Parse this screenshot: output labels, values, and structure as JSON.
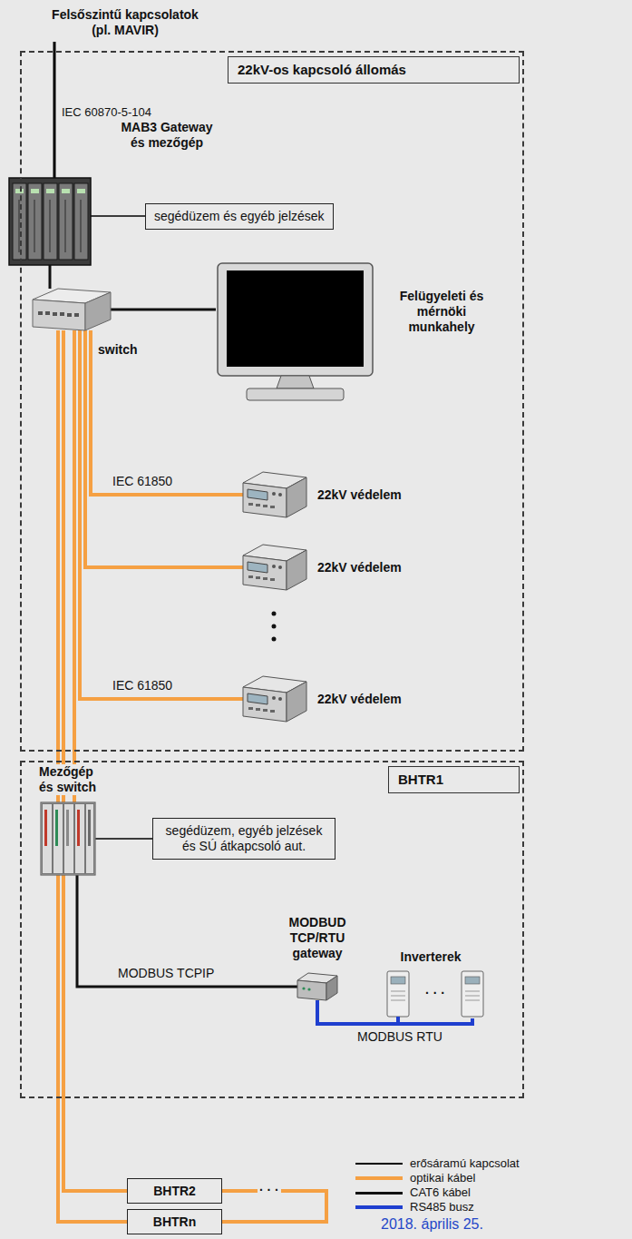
{
  "diagram": {
    "nodes": [
      {
        "text": [
          "22kV-os kapcsoló állomás"
        ]
      },
      {
        "text": [
          "MAB3 Gateway és mezőgép"
        ],
        "in": 0
      },
      {
        "text": [
          "segédüzem és egyéb jelzések"
        ],
        "in": 0
      },
      {
        "text": [
          "switch"
        ],
        "in": 0
      },
      {
        "text": [
          "Felügyeleti és mérnöki munkahely"
        ],
        "in": 0
      },
      {
        "text": [
          "22kV védelem"
        ],
        "in": 0
      },
      {
        "text": [
          "22kV védelem"
        ],
        "in": 0
      },
      {
        "text": [
          "22kV védelem"
        ],
        "in": 0
      },
      {
        "text": [
          "BHTR1"
        ]
      },
      {
        "text": [
          "Mezőgép és switch"
        ],
        "in": 8
      },
      {
        "text": [
          "segédüzem, egyéb jelzések és SÚ átkapcsoló aut."
        ],
        "in": 8
      },
      {
        "text": [
          "MODBUD TCP/RTU gateway"
        ],
        "in": 8
      },
      {
        "text": [
          "Inverterek",
          "· · ·"
        ],
        "in": 8
      },
      {
        "text": [
          "BHTR2"
        ]
      },
      {
        "text": [
          "BHTRn"
        ]
      }
    ],
    "edges": [
      {
        "from": 1,
        "to": 2,
        "arrow": "none"
      },
      {
        "from": 1,
        "to": 3,
        "arrow": "none"
      },
      {
        "from": 3,
        "to": 4,
        "arrow": "none"
      },
      {
        "from": 3,
        "to": 5,
        "label": "IEC 61850",
        "arrow": "none"
      },
      {
        "from": 3,
        "to": 6,
        "arrow": "none"
      },
      {
        "from": 3,
        "to": 7,
        "label": "IEC 61850",
        "arrow": "none"
      },
      {
        "from": 3,
        "to": 9,
        "arrow": "none"
      },
      {
        "from": 3,
        "to": 13,
        "arrow": "none"
      },
      {
        "from": 3,
        "to": 14,
        "arrow": "none"
      },
      {
        "from": 9,
        "to": 10,
        "arrow": "none"
      },
      {
        "from": 9,
        "to": 11,
        "label": "MODBUS TCPIP",
        "arrow": "none"
      },
      {
        "from": 11,
        "to": 12,
        "label": "MODBUS RTU",
        "arrow": "none"
      },
      {
        "from": 13,
        "to": 14,
        "label": "· · ·",
        "arrow": "none"
      }
    ],
    "labels": [
      "Felsőszintű kapcsolatok (pl. MAVIR)",
      "IEC 60870-5-104",
      "2018. április 25."
    ],
    "legend": [
      {
        "text": "erősáramú kapcsolat",
        "color": "#000000"
      },
      {
        "text": "optikai kábel",
        "color": "#f5a043"
      },
      {
        "text": "CAT6 kábel",
        "color": "#111111"
      },
      {
        "text": "RS485 busz",
        "color": "#1f3fcf"
      }
    ]
  }
}
